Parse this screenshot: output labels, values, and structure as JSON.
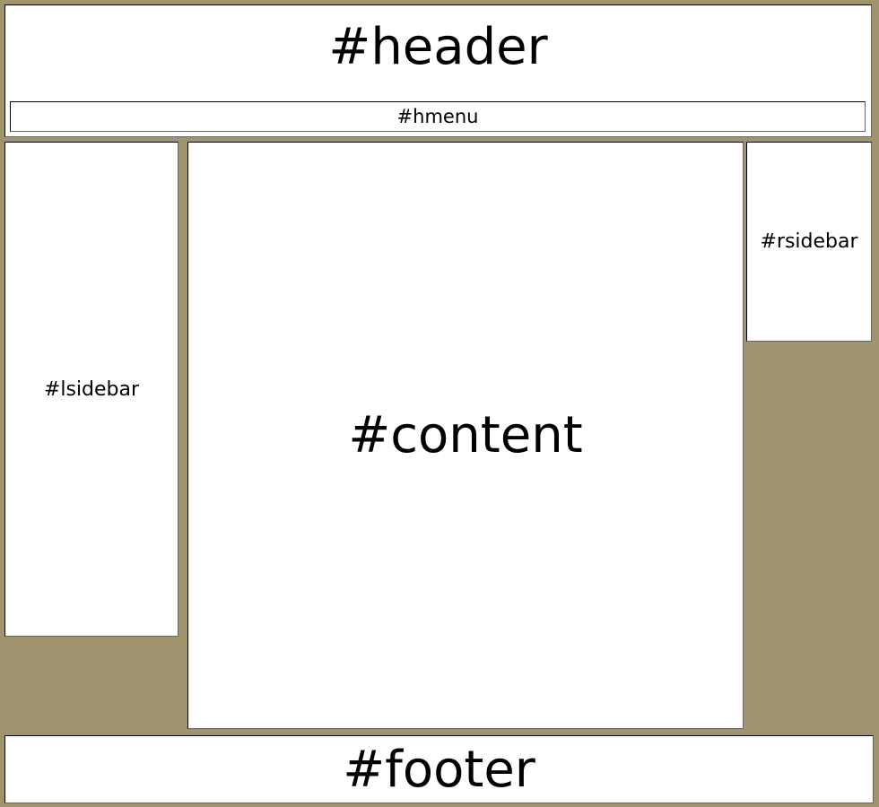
{
  "header": {
    "label": "#header"
  },
  "hmenu": {
    "label": "#hmenu"
  },
  "lsidebar": {
    "label": "#lsidebar"
  },
  "content": {
    "label": "#content"
  },
  "rsidebar": {
    "label": "#rsidebar"
  },
  "footer": {
    "label": "#footer"
  },
  "colors": {
    "background": "#a0946f",
    "panel": "#ffffff"
  }
}
